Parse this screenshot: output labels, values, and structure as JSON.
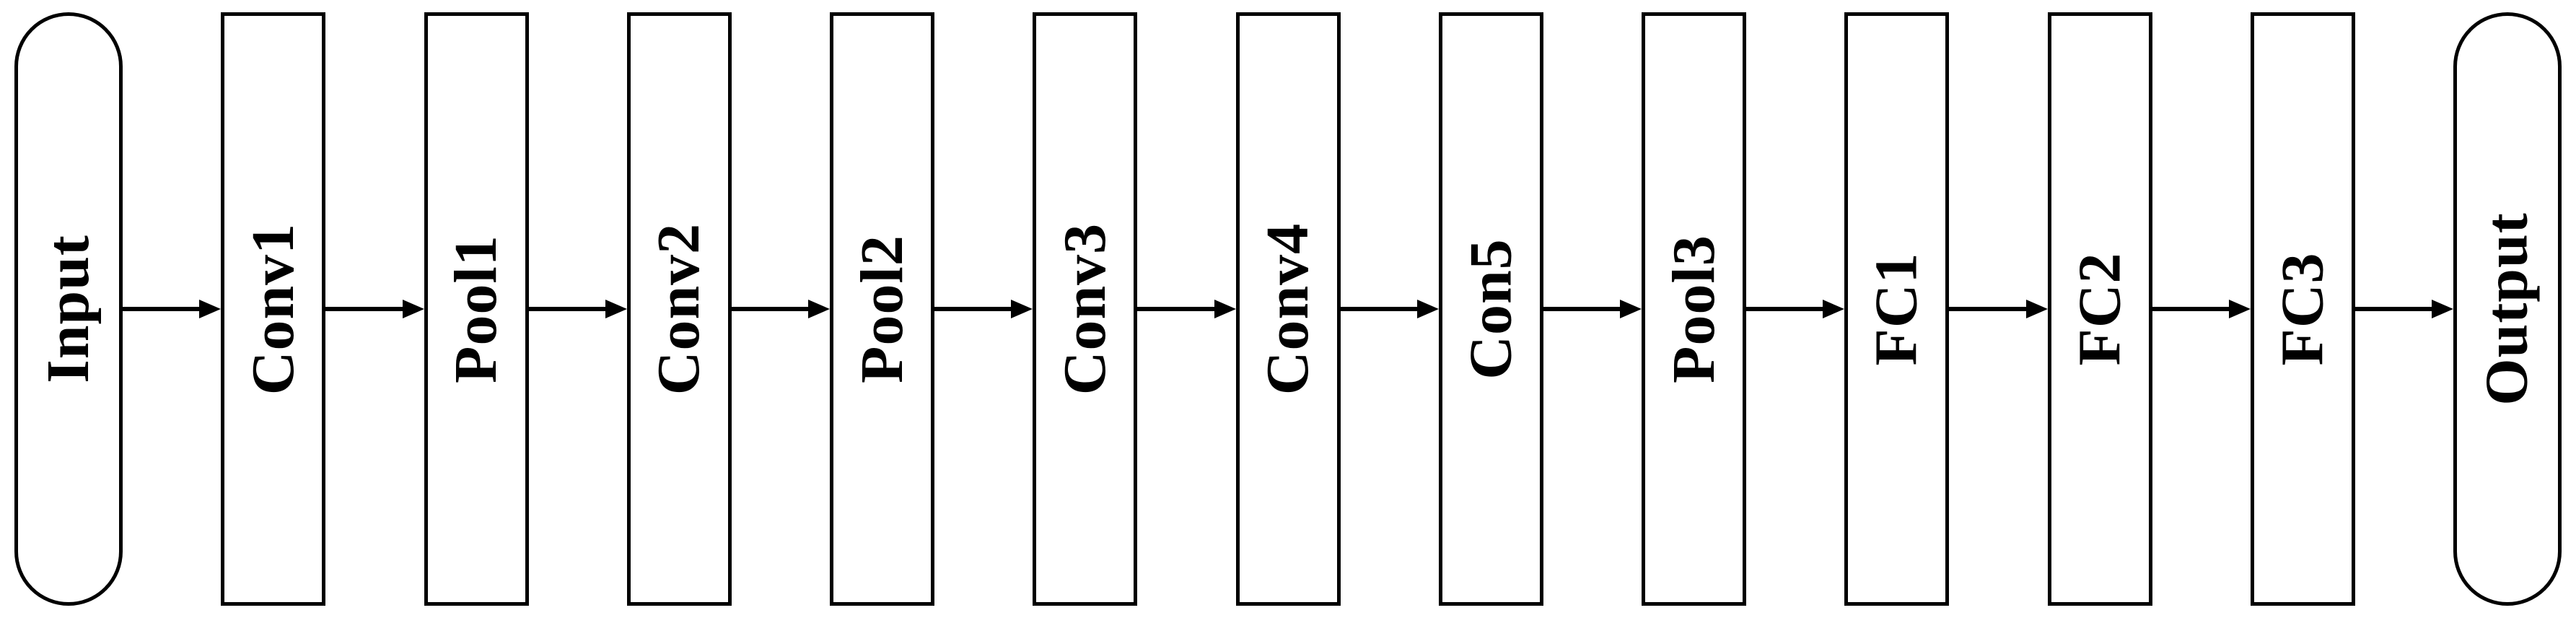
{
  "diagram": {
    "type": "flowchart",
    "direction": "left-to-right",
    "background_color": "#ffffff",
    "stroke_color": "#000000",
    "node_fill_color": "#ffffff",
    "text_color": "#000000",
    "label_rotation_deg": -90,
    "nodes": [
      {
        "id": "input",
        "label": "Input",
        "shape": "stadium"
      },
      {
        "id": "conv1",
        "label": "Conv1",
        "shape": "rect"
      },
      {
        "id": "pool1",
        "label": "Pool1",
        "shape": "rect"
      },
      {
        "id": "conv2",
        "label": "Conv2",
        "shape": "rect"
      },
      {
        "id": "pool2",
        "label": "Pool2",
        "shape": "rect"
      },
      {
        "id": "conv3",
        "label": "Conv3",
        "shape": "rect"
      },
      {
        "id": "conv4",
        "label": "Conv4",
        "shape": "rect"
      },
      {
        "id": "con5",
        "label": "Con5",
        "shape": "rect"
      },
      {
        "id": "pool3",
        "label": "Pool3",
        "shape": "rect"
      },
      {
        "id": "fc1",
        "label": "FC1",
        "shape": "rect"
      },
      {
        "id": "fc2",
        "label": "FC2",
        "shape": "rect"
      },
      {
        "id": "fc3",
        "label": "FC3",
        "shape": "rect"
      },
      {
        "id": "output",
        "label": "Output",
        "shape": "stadium"
      }
    ],
    "edges": [
      {
        "from": "input",
        "to": "conv1"
      },
      {
        "from": "conv1",
        "to": "pool1"
      },
      {
        "from": "pool1",
        "to": "conv2"
      },
      {
        "from": "conv2",
        "to": "pool2"
      },
      {
        "from": "pool2",
        "to": "conv3"
      },
      {
        "from": "conv3",
        "to": "conv4"
      },
      {
        "from": "conv4",
        "to": "con5"
      },
      {
        "from": "con5",
        "to": "pool3"
      },
      {
        "from": "pool3",
        "to": "fc1"
      },
      {
        "from": "fc1",
        "to": "fc2"
      },
      {
        "from": "fc2",
        "to": "fc3"
      },
      {
        "from": "fc3",
        "to": "output"
      }
    ]
  }
}
